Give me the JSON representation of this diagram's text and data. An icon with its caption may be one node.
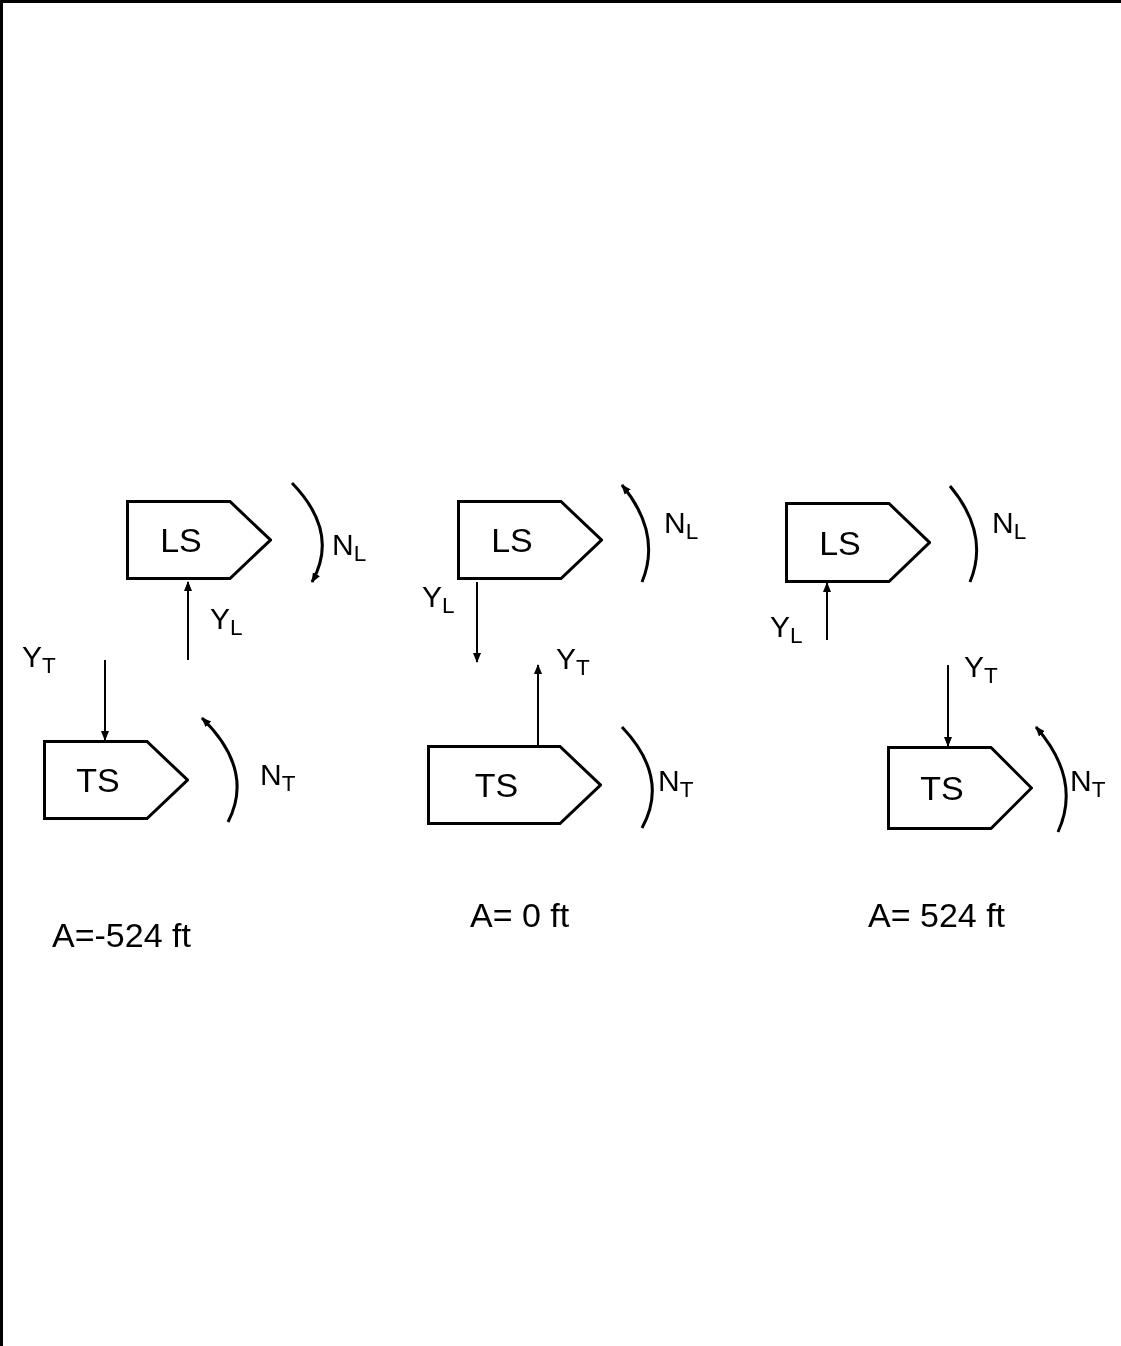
{
  "diagram": {
    "nodes": [
      {
        "text": [
          "LS"
        ]
      },
      {
        "text": [
          "LS"
        ]
      },
      {
        "text": [
          "LS"
        ]
      },
      {
        "text": [
          "TS"
        ]
      },
      {
        "text": [
          "TS"
        ]
      },
      {
        "text": [
          "TS"
        ]
      }
    ],
    "labels": [
      "N$_{L}$",
      "N$_{L}$",
      "N$_{L}$",
      "Y$_{L}$",
      "Y$_{L}$",
      "Y$_{L}$",
      "Y$_{T}$",
      "Y$_{T}$",
      "Y$_{T}$",
      "N$_{T}$",
      "N$_{T}$",
      "N$_{T}$",
      "A=-524 ft",
      "A= 0 ft",
      "A= 524 ft"
    ]
  }
}
